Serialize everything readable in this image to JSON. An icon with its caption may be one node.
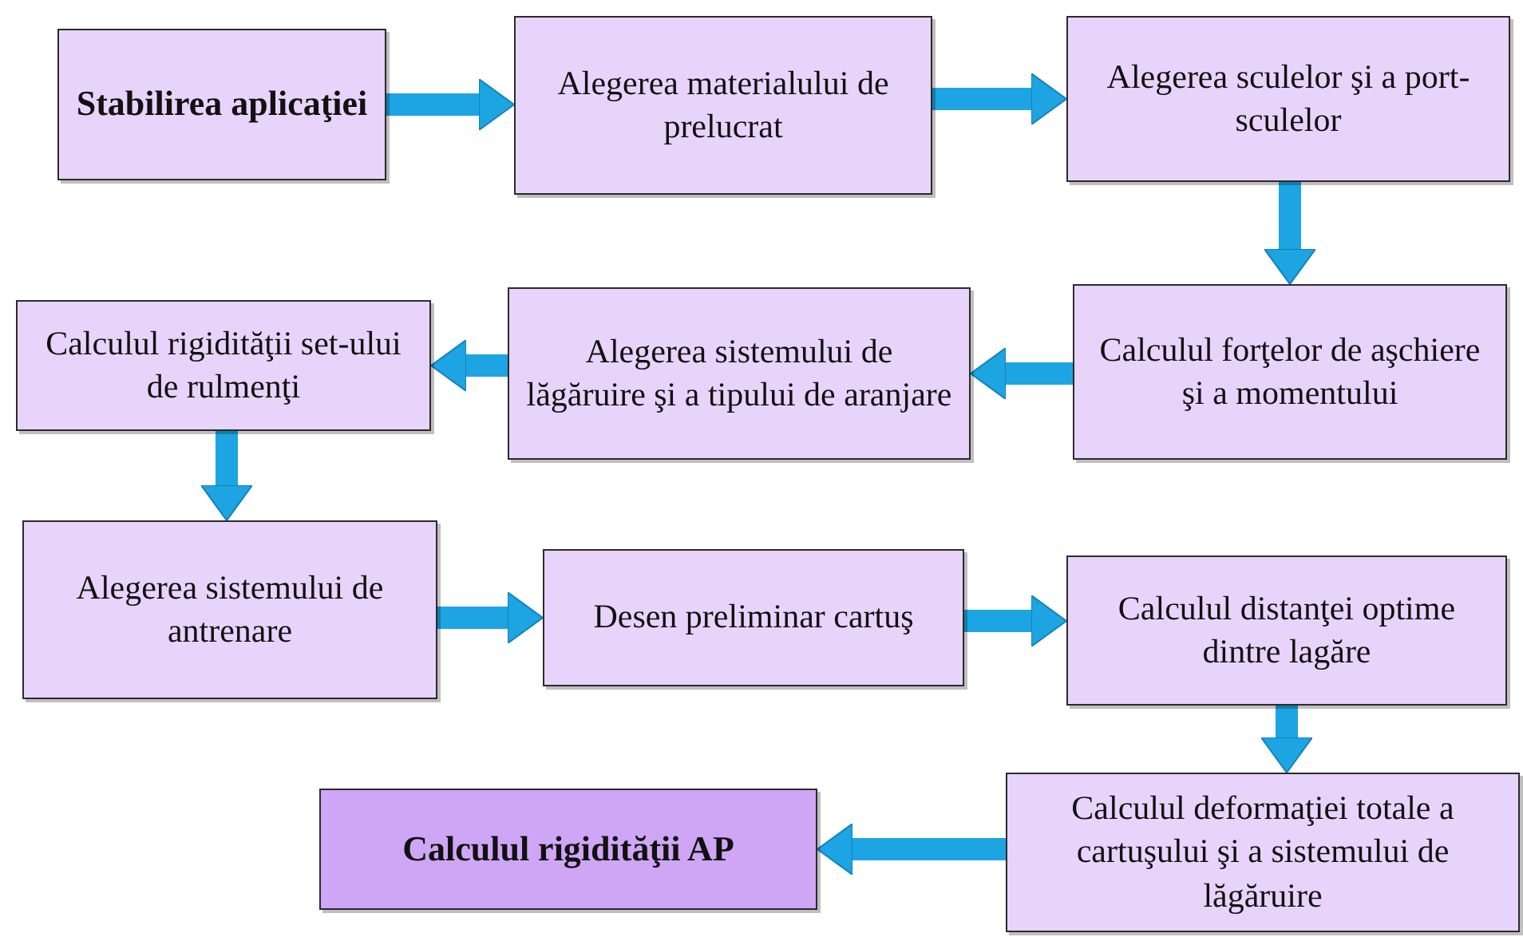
{
  "diagram": {
    "nodes": [
      {
        "text": [
          "Stabilirea aplicaţiei"
        ]
      },
      {
        "text": [
          "Alegerea materialului de prelucrat"
        ]
      },
      {
        "text": [
          "Alegerea sculelor şi a port-sculelor"
        ]
      },
      {
        "text": [
          "Calculul forţelor de aşchiere şi a momentului"
        ]
      },
      {
        "text": [
          "Alegerea sistemului de lăgăruire şi a tipului de aranjare"
        ]
      },
      {
        "text": [
          "Calculul rigidităţii set-ului de rulmenţi"
        ]
      },
      {
        "text": [
          "Alegerea sistemului de antrenare"
        ]
      },
      {
        "text": [
          "Desen preliminar cartuş"
        ]
      },
      {
        "text": [
          "Calculul distanţei optime dintre lagăre"
        ]
      },
      {
        "text": [
          "Calculul deformaţiei totale a cartuşului şi a sistemului de lăgăruire"
        ]
      },
      {
        "text": [
          "Calculul rigidităţii AP"
        ]
      }
    ],
    "edges": [
      {
        "from": 0,
        "to": 1,
        "arrow": "to"
      },
      {
        "from": 1,
        "to": 2,
        "arrow": "to"
      },
      {
        "from": 2,
        "to": 3,
        "arrow": "to"
      },
      {
        "from": 3,
        "to": 4,
        "arrow": "to"
      },
      {
        "from": 4,
        "to": 5,
        "arrow": "to"
      },
      {
        "from": 5,
        "to": 6,
        "arrow": "to"
      },
      {
        "from": 6,
        "to": 7,
        "arrow": "to"
      },
      {
        "from": 7,
        "to": 8,
        "arrow": "to"
      },
      {
        "from": 8,
        "to": 9,
        "arrow": "to"
      },
      {
        "from": 9,
        "to": 10,
        "arrow": "to"
      }
    ]
  }
}
